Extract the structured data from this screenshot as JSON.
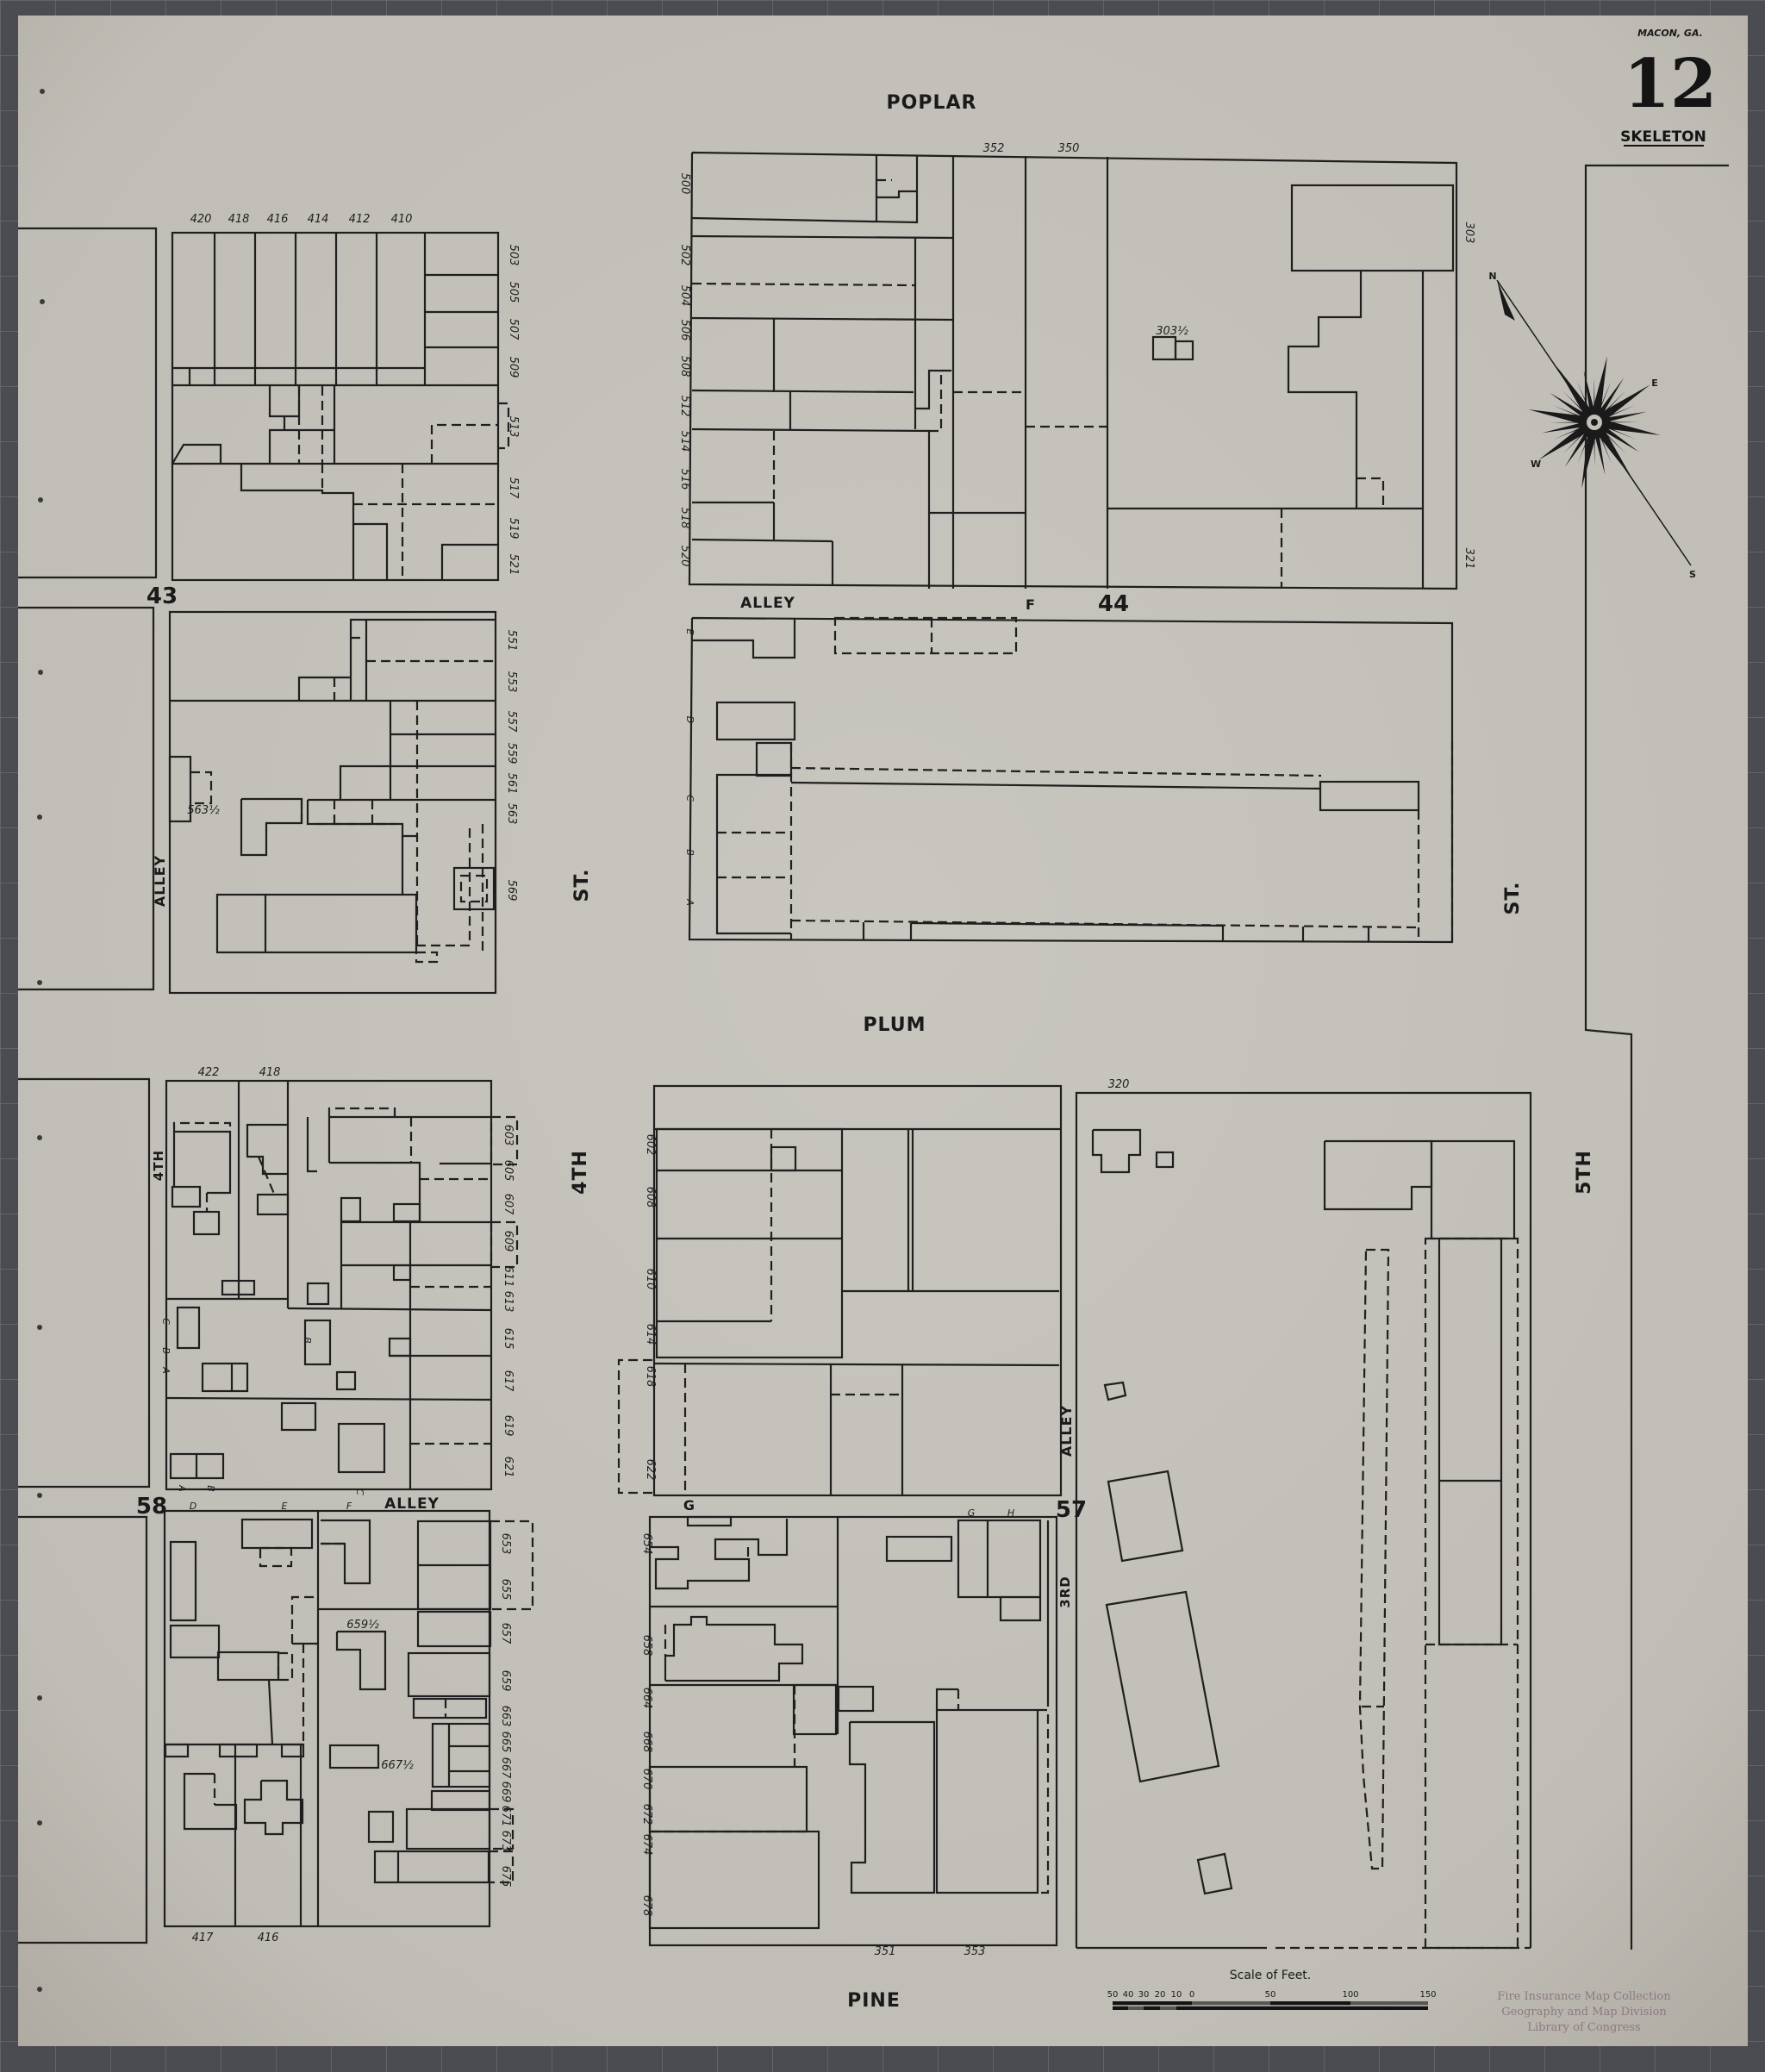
{
  "sheet": {
    "city": "MACON, GA.",
    "number": "12",
    "subtitle": "SKELETON"
  },
  "streets": {
    "poplar": "POPLAR",
    "plum": "PLUM",
    "pine": "PINE",
    "fourth": "4TH",
    "fourth_st": "ST.",
    "fifth": "5TH",
    "fifth_st": "ST.",
    "fourth_small": "4TH",
    "third": "3RD"
  },
  "alleys": {
    "west_vertical": "ALLEY",
    "north_horizontal": "ALLEY",
    "south_horizontal": "ALLEY",
    "east_vertical": "ALLEY"
  },
  "alley_marks": {
    "f": "F",
    "g": "G"
  },
  "blocks": {
    "b43": "43",
    "b44": "44",
    "b58": "58",
    "b57": "57"
  },
  "addresses": {
    "block_43_north": {
      "top": [
        "420",
        "418",
        "416",
        "414",
        "412",
        "410"
      ],
      "right": [
        "503",
        "505",
        "507",
        "509",
        "513",
        "517",
        "519",
        "521"
      ]
    },
    "block_43_south": {
      "right": [
        "551",
        "553",
        "557",
        "559",
        "561",
        "563",
        "569"
      ],
      "extra": [
        "563½"
      ]
    },
    "block_44_north": {
      "left": [
        "500",
        "502",
        "504",
        "506",
        "508",
        "512",
        "514",
        "516",
        "518",
        "520"
      ],
      "top": [
        "352",
        "350"
      ],
      "right": [
        "303",
        "321"
      ],
      "extra": [
        "303½"
      ]
    },
    "block_44_south": {
      "letters": [
        "E",
        "D",
        "C",
        "B",
        "A"
      ]
    },
    "block_58_north": {
      "top": [
        "422",
        "418"
      ],
      "right": [
        "603",
        "605",
        "607",
        "609",
        "611",
        "613",
        "615",
        "617",
        "619",
        "621"
      ],
      "letters": [
        "A",
        "B",
        "C",
        "B",
        "A",
        "B",
        "C"
      ]
    },
    "block_58_south": {
      "letters": [
        "D",
        "E",
        "F"
      ],
      "right": [
        "653",
        "655",
        "657",
        "659",
        "663",
        "665",
        "667",
        "669",
        "671",
        "673",
        "675"
      ],
      "extra": [
        "659½",
        "667½"
      ],
      "bottom": [
        "417",
        "416"
      ]
    },
    "block_57_north": {
      "left": [
        "602",
        "608",
        "610",
        "614",
        "618",
        "622"
      ]
    },
    "block_57_south": {
      "left": [
        "654",
        "658",
        "664",
        "668",
        "670",
        "672",
        "674",
        "678"
      ],
      "letters": [
        "G",
        "H"
      ],
      "bottom": [
        "351",
        "353"
      ]
    },
    "block_east": {
      "top": [
        "320"
      ]
    }
  },
  "compass": {
    "n": "N",
    "s": "S",
    "e": "E",
    "w": "W"
  },
  "scale": {
    "title": "Scale of Feet.",
    "ticks": [
      "50",
      "40",
      "30",
      "20",
      "10",
      "0",
      "50",
      "100",
      "150"
    ]
  },
  "stamp": {
    "line1": "Fire Insurance Map Collection",
    "line2": "Geography and Map Division",
    "line3": "Library of Congress"
  },
  "colors": {
    "paper": "#c3c0b9",
    "ink": "#1f1f1f",
    "border": "#4b4c51",
    "stamp": "#8a7a80"
  }
}
